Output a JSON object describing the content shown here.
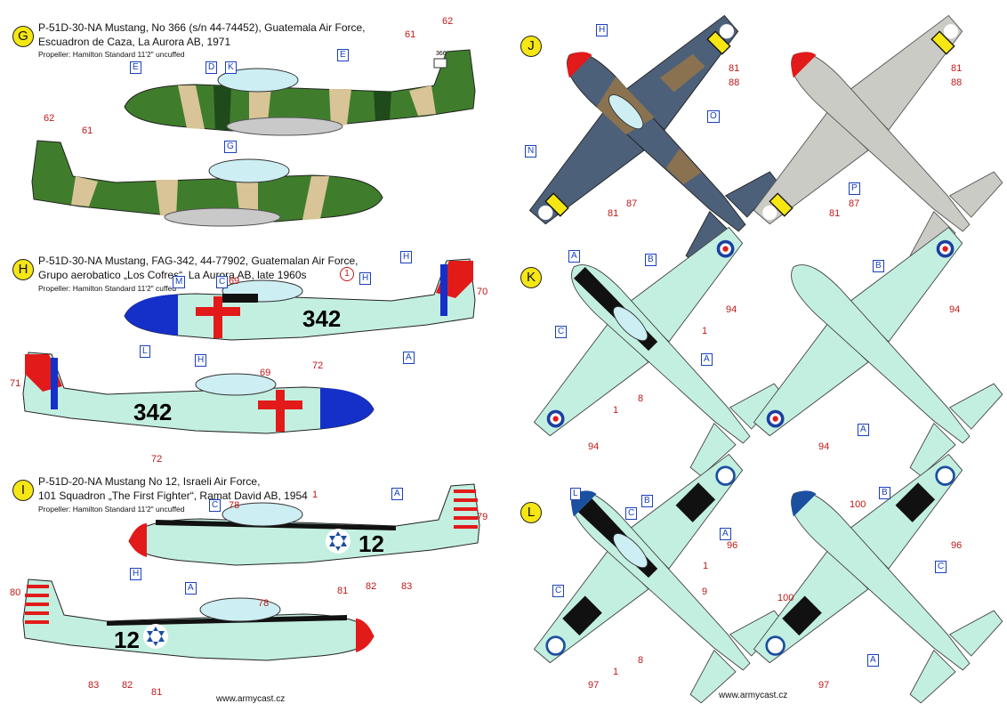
{
  "schemes": {
    "G": {
      "letter": "G",
      "title1": "P-51D-30-NA Mustang, No 366 (s/n 44-74452), Guatemala Air Force,",
      "title2": "Escuadron de Caza, La Aurora AB, 1971",
      "propeller": "Propeller: Hamilton Standard 11'2\" uncuffed",
      "tail_number": "366",
      "callouts": [
        "E",
        "D",
        "K",
        "E",
        "G",
        "62",
        "61",
        "62",
        "61"
      ]
    },
    "H": {
      "letter": "H",
      "title1": "P-51D-30-NA Mustang, FAG-342, 44-77902, Guatemalan Air Force,",
      "title2": "Grupo aerobatico „Los Cofres“, La Aurora AB, late 1960s",
      "propeller": "Propeller: Hamilton Standard 11'2\" cuffed",
      "fuselage_number": "342",
      "callouts": [
        "M",
        "C",
        "69",
        "1",
        "H",
        "H",
        "70",
        "L",
        "H",
        "A",
        "72",
        "71",
        "69",
        "72"
      ]
    },
    "I": {
      "letter": "I",
      "title1": "P-51D-20-NA Mustang No 12, Israeli Air Force,",
      "title2": "101 Squadron „The First Fighter“, Ramat David AB, 1954",
      "propeller": "Propeller: Hamilton Standard 11'2\" uncuffed",
      "fuselage_number": "12",
      "callouts": [
        "C",
        "78",
        "1",
        "A",
        "79",
        "H",
        "A",
        "81",
        "82",
        "83",
        "80",
        "78",
        "83",
        "82",
        "81"
      ]
    },
    "J": {
      "letter": "J",
      "callouts": [
        "H",
        "81",
        "88",
        "O",
        "N",
        "87",
        "81",
        "81",
        "88",
        "P",
        "87",
        "81"
      ]
    },
    "K": {
      "letter": "K",
      "callouts": [
        "A",
        "B",
        "C",
        "A",
        "94",
        "1",
        "1",
        "8",
        "94",
        "B",
        "94",
        "A",
        "94"
      ]
    },
    "L": {
      "letter": "L",
      "callouts": [
        "L",
        "B",
        "C",
        "A",
        "96",
        "1",
        "9",
        "C",
        "8",
        "1",
        "97",
        "B",
        "100",
        "96",
        "C",
        "100",
        "A",
        "97"
      ]
    }
  },
  "footer": {
    "left": "www.armycast.cz",
    "right": "www.armycast.cz"
  },
  "colors": {
    "callout_blue": "#1a3fbf",
    "callout_red": "#c01818",
    "badge": "#f5e614",
    "mint": "#c3efe0",
    "camo_green": "#3f7d2c",
    "camo_dark": "#1f4a1c",
    "camo_tan": "#d8c497",
    "iaf_blue": "#1b4fa0",
    "gua_blue": "#1530c8",
    "red": "#e21a1a",
    "grey_blue": "#4d607a",
    "brown": "#8a7250",
    "light_grey": "#cbcbc5"
  }
}
